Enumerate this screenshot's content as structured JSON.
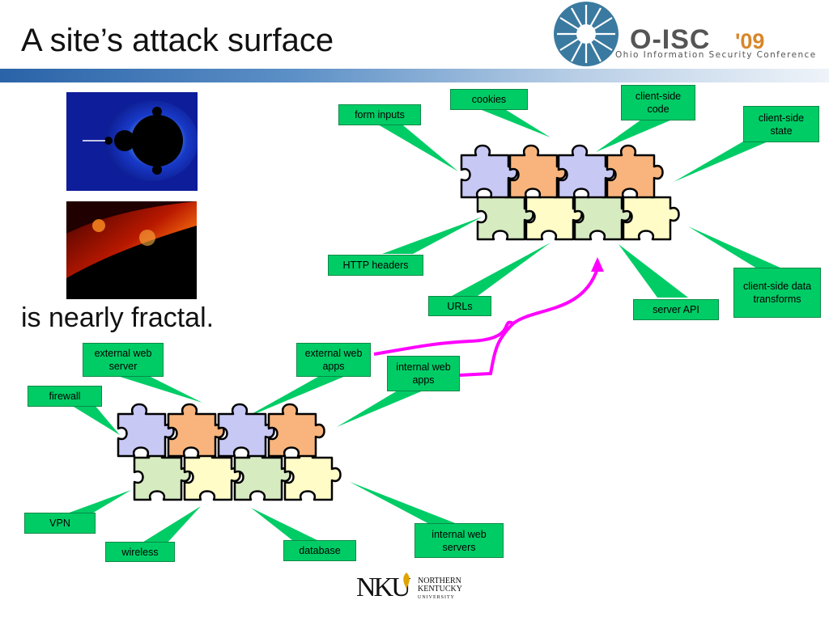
{
  "slide": {
    "title": "A site’s attack surface",
    "subtitle": "is nearly fractal."
  },
  "logo": {
    "name": "O-ISC",
    "year": "'09",
    "tagline": "Ohio Information Security Conference"
  },
  "footer_logo": {
    "letters": "NKU",
    "name_line1": "NORTHERN",
    "name_line2": "KENTUCKY",
    "name_line3": "UNIVERSITY"
  },
  "top_cluster": {
    "form_inputs": "form inputs",
    "cookies": "cookies",
    "client_side_code": "client-side code",
    "client_side_state": "client-side state",
    "http_headers": "HTTP headers",
    "urls": "URLs",
    "server_api": "server API",
    "client_side_data_transforms": "client-side data transforms"
  },
  "bottom_cluster": {
    "external_web_server": "external web server",
    "external_web_apps": "external web apps",
    "internal_web_apps": "internal web apps",
    "firewall": "firewall",
    "vpn": "VPN",
    "wireless": "wireless",
    "database": "database",
    "internal_web_servers": "internal web servers"
  },
  "colors": {
    "label_green": "#00cc66",
    "puzzle_lavender": "#c8c8f5",
    "puzzle_orange": "#f8b47c",
    "puzzle_lightgreen": "#d6ebc0",
    "puzzle_cream": "#fffcc8",
    "arrow_magenta": "#ff00ff",
    "band_blue": "#2a63a8"
  }
}
